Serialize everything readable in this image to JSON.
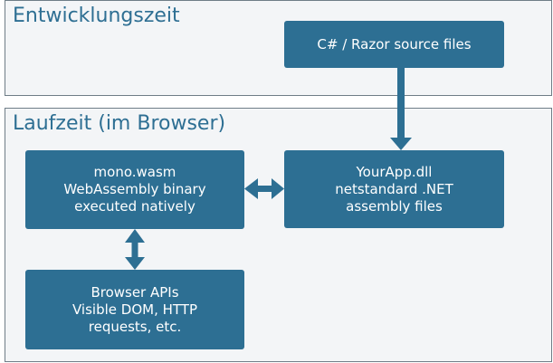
{
  "colors": {
    "box_fill": "#2d6f93",
    "panel_fill": "#f3f5f7",
    "panel_border": "#6f7d87",
    "title_text": "#2e6f93",
    "box_text": "#ffffff",
    "arrow": "#2d6f93"
  },
  "panels": {
    "dev": {
      "title": "Entwicklungszeit"
    },
    "runtime": {
      "title": "Laufzeit (im Browser)"
    }
  },
  "nodes": {
    "source": {
      "lines": [
        "C# / Razor source files"
      ]
    },
    "yourapp": {
      "lines": [
        "YourApp.dll",
        "netstandard .NET",
        "assembly files"
      ]
    },
    "mono": {
      "lines": [
        "mono.wasm",
        "WebAssembly binary",
        "executed natively"
      ]
    },
    "browser": {
      "lines": [
        "Browser APIs",
        "Visible DOM, HTTP",
        "requests, etc."
      ]
    }
  },
  "edges": [
    {
      "from": "source",
      "to": "yourapp",
      "direction": "forward"
    },
    {
      "from": "mono",
      "to": "yourapp",
      "direction": "both"
    },
    {
      "from": "mono",
      "to": "browser",
      "direction": "both"
    }
  ]
}
